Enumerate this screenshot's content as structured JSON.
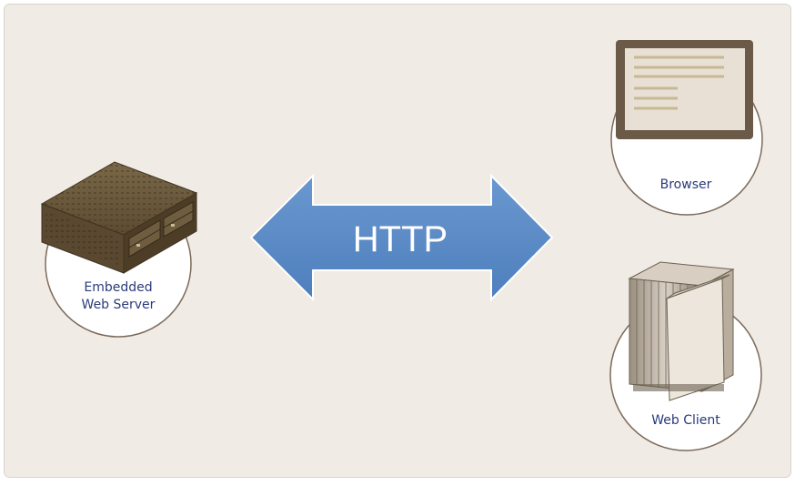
{
  "diagram": {
    "nodes": {
      "server": {
        "label_line1": "Embedded",
        "label_line2": "Web Server",
        "icon": "server-icon"
      },
      "browser": {
        "label": "Browser",
        "icon": "browser-window-icon"
      },
      "client": {
        "label": "Web Client",
        "icon": "computer-tower-icon"
      }
    },
    "connector": {
      "label": "HTTP",
      "icon": "double-arrow-icon",
      "color": "#5b8ac4"
    }
  },
  "colors": {
    "background": "#f1ebe6",
    "border": "#d9d4cf",
    "circle_fill": "#ffffff",
    "circle_stroke": "#7d6b5b",
    "label_text": "#2b3a7a",
    "server_body": "#6b5a3f"
  }
}
